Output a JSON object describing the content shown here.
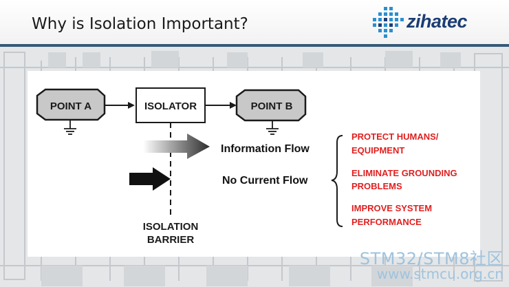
{
  "slide": {
    "title": "Why is Isolation Important?",
    "logo_text": "zihatec"
  },
  "diagram": {
    "point_a": "POINT A",
    "isolator": "ISOLATOR",
    "point_b": "POINT B",
    "information_flow": "Information Flow",
    "no_current_flow": "No Current Flow",
    "barrier_line1": "ISOLATION",
    "barrier_line2": "BARRIER"
  },
  "benefits": [
    {
      "line1": "PROTECT HUMANS/",
      "line2": "EQUIPMENT"
    },
    {
      "line1": "ELIMINATE GROUNDING",
      "line2": "PROBLEMS"
    },
    {
      "line1": "IMPROVE SYSTEM",
      "line2": "PERFORMANCE"
    }
  ],
  "watermark": {
    "line1": "STM32/STM8社区",
    "line2": "www.stmcu.org.cn"
  },
  "colors": {
    "title_rule": "#355a78",
    "logo": "#1c3d74",
    "logo_dots": "#2a8fd0",
    "benefit_text": "#e02020",
    "point_fill": "#c8c8c8",
    "watermark": "#9fc3dd"
  },
  "icons": [
    "ground-symbol-icon",
    "arrow-icon",
    "brace-icon"
  ]
}
